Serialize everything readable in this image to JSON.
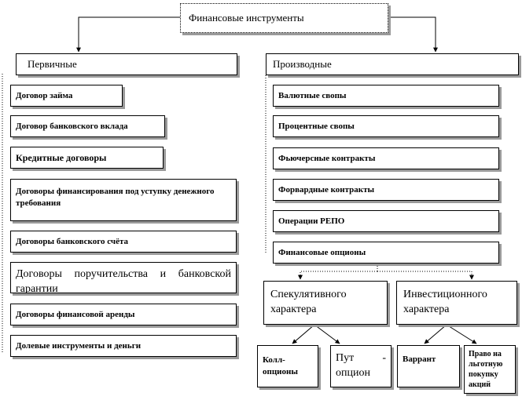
{
  "root": "Финансовые инструменты",
  "primary": {
    "header": "Первичные",
    "items": [
      "Договор займа",
      "Договор банковского вклада",
      "Кредитные договоры",
      "Договоры финансирования под уступку денежного требования",
      "Договоры банковского счёта",
      "Договоры поручительства и банковской гарантии",
      "Договоры финансовой аренды",
      "Долевые инструменты и деньги"
    ]
  },
  "derivative": {
    "header": "Производные",
    "items": [
      "Валютные свопы",
      "Процентные свопы",
      "Фьючерсные контракты",
      "Форвардные контракты",
      "Операции РЕПО",
      "Финансовые опционы"
    ]
  },
  "options": {
    "speculative": "Спекулятивного характера",
    "investment": "Инвестиционного характера",
    "speculative_children": [
      "Колл-опционы",
      "Пут - опцион"
    ],
    "investment_children": [
      "Варрант",
      "Право на льготную покупку акций"
    ]
  }
}
